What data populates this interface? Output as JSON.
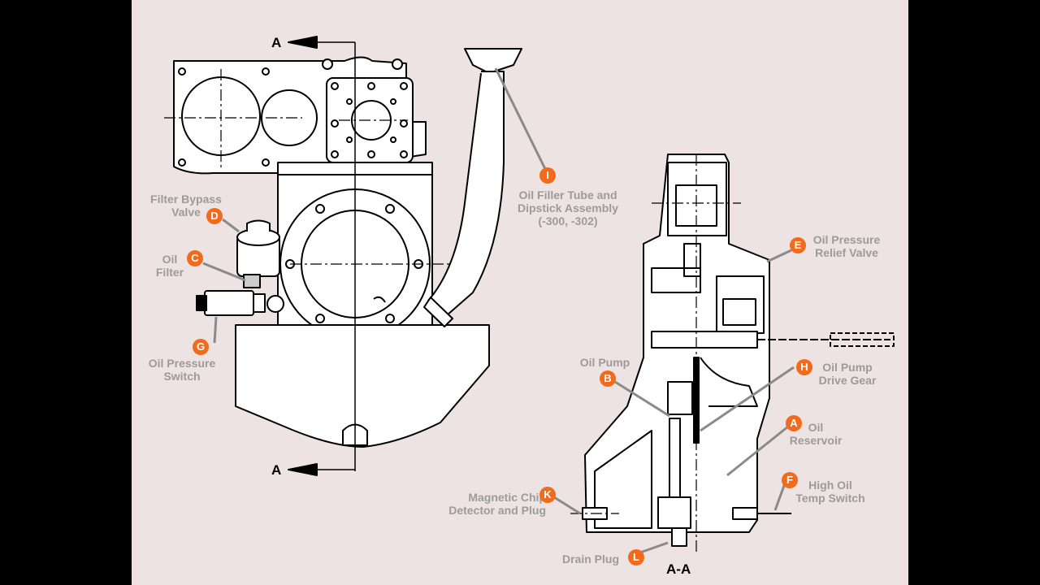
{
  "section_marks": {
    "top": "A",
    "bottom": "A",
    "section_view": "A-A"
  },
  "callouts": [
    {
      "id": "I",
      "label": "Oil Filler Tube and\nDipstick Assembly\n(-300, -302)"
    },
    {
      "id": "D",
      "label": "Filter Bypass\nValve"
    },
    {
      "id": "C",
      "label": "Oil\nFilter"
    },
    {
      "id": "G",
      "label": "Oil Pressure\nSwitch"
    },
    {
      "id": "E",
      "label": "Oil Pressure\nRelief Valve"
    },
    {
      "id": "B",
      "label": "Oil Pump"
    },
    {
      "id": "H",
      "label": "Oil Pump\nDrive Gear"
    },
    {
      "id": "A",
      "label": "Oil\nReservoir"
    },
    {
      "id": "F",
      "label": "High Oil\nTemp Switch"
    },
    {
      "id": "K",
      "label": "Magnetic Chip\nDetector and Plug"
    },
    {
      "id": "L",
      "label": "Drain Plug"
    }
  ],
  "colors": {
    "background": "#ece3e2",
    "letterbox": "#000000",
    "badge": "#f26a1b",
    "label_text": "#9b9b9b",
    "leader": "#8a8a8a",
    "line": "#000000"
  }
}
